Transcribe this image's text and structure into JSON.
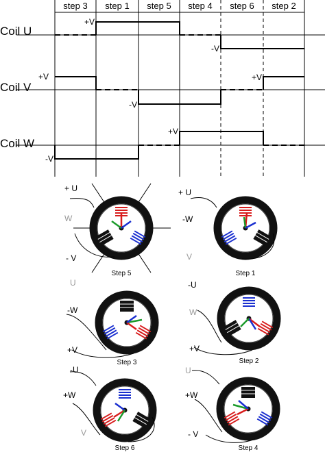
{
  "steps": [
    "step 3",
    "step 1",
    "step 5",
    "step 4",
    "step 6",
    "step 2"
  ],
  "coils": [
    {
      "name": "Coil U",
      "levels": {
        "pos": "+V",
        "neg": "-V"
      }
    },
    {
      "name": "Coil V",
      "levels": {
        "pos": "+V",
        "neg": "-V"
      }
    },
    {
      "name": "Coil W",
      "levels": {
        "pos": "+V",
        "neg": "-V"
      }
    }
  ],
  "motors": [
    {
      "caption": "Step 5",
      "labels": [
        "+ U",
        "W",
        "- V"
      ]
    },
    {
      "caption": "Step 1",
      "labels": [
        "+ U",
        "-W",
        "V"
      ]
    },
    {
      "caption": "Step 3",
      "labels": [
        "U",
        "-W",
        "+V"
      ]
    },
    {
      "caption": "Step 2",
      "labels": [
        "-U",
        "W",
        "+V"
      ]
    },
    {
      "caption": "Step 6",
      "labels": [
        "-U",
        "+W",
        "V"
      ]
    },
    {
      "caption": "Step 4",
      "labels": [
        "U",
        "+W",
        "- V"
      ]
    }
  ],
  "colors": {
    "red": "#d81c1c",
    "green": "#1a9a2a",
    "blue": "#1a2fd0",
    "gray": "#999999"
  }
}
